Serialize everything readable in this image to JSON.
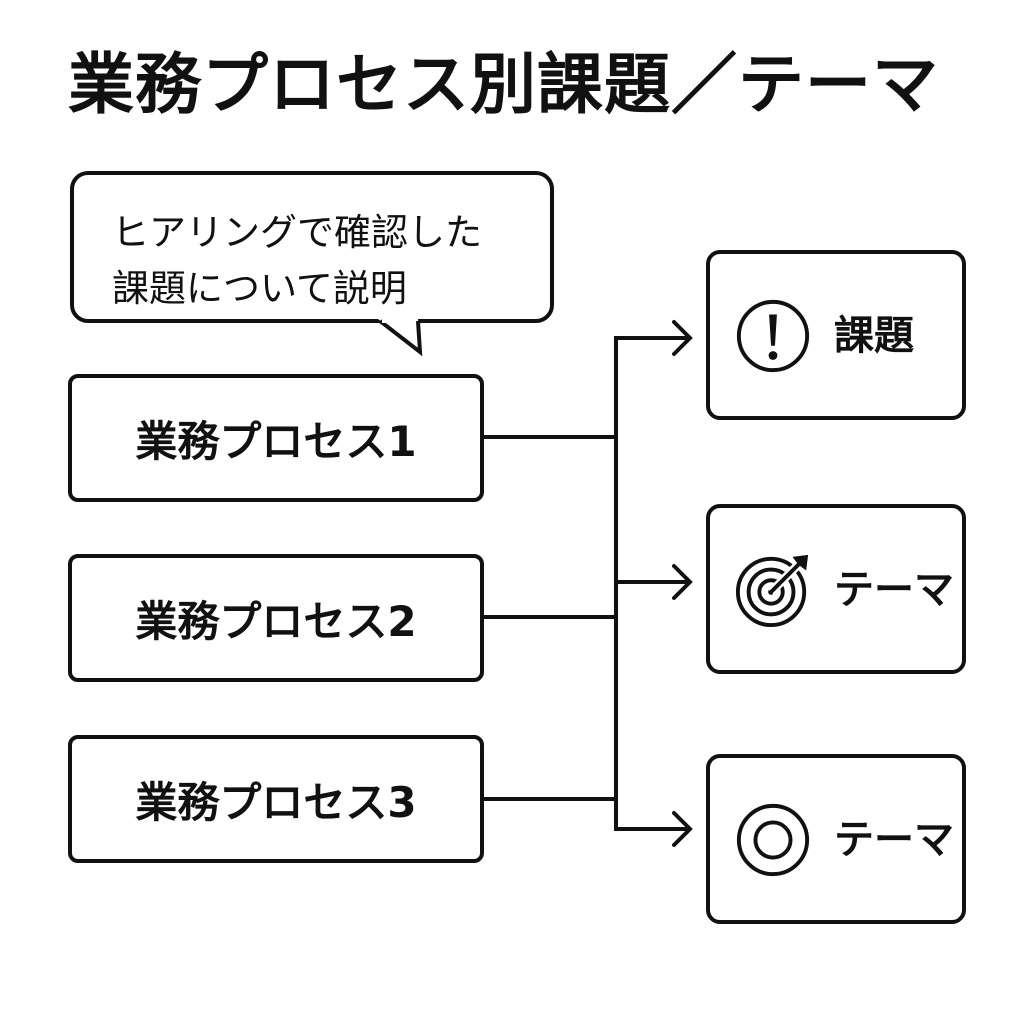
{
  "title": "業務プロセス別課題／テーマ",
  "speech_bubble": {
    "line1": "ヒアリングで確認した",
    "line2": "課題について説明"
  },
  "processes": [
    {
      "label": "業務プロセス1"
    },
    {
      "label": "業務プロセス2"
    },
    {
      "label": "業務プロセス3"
    }
  ],
  "outputs": [
    {
      "label": "課題",
      "icon": "exclamation-circle-icon"
    },
    {
      "label": "テーマ",
      "icon": "target-arrow-icon"
    },
    {
      "label": "テーマ",
      "icon": "concentric-circle-icon"
    }
  ],
  "colors": {
    "line": "#111111",
    "background": "#ffffff"
  }
}
